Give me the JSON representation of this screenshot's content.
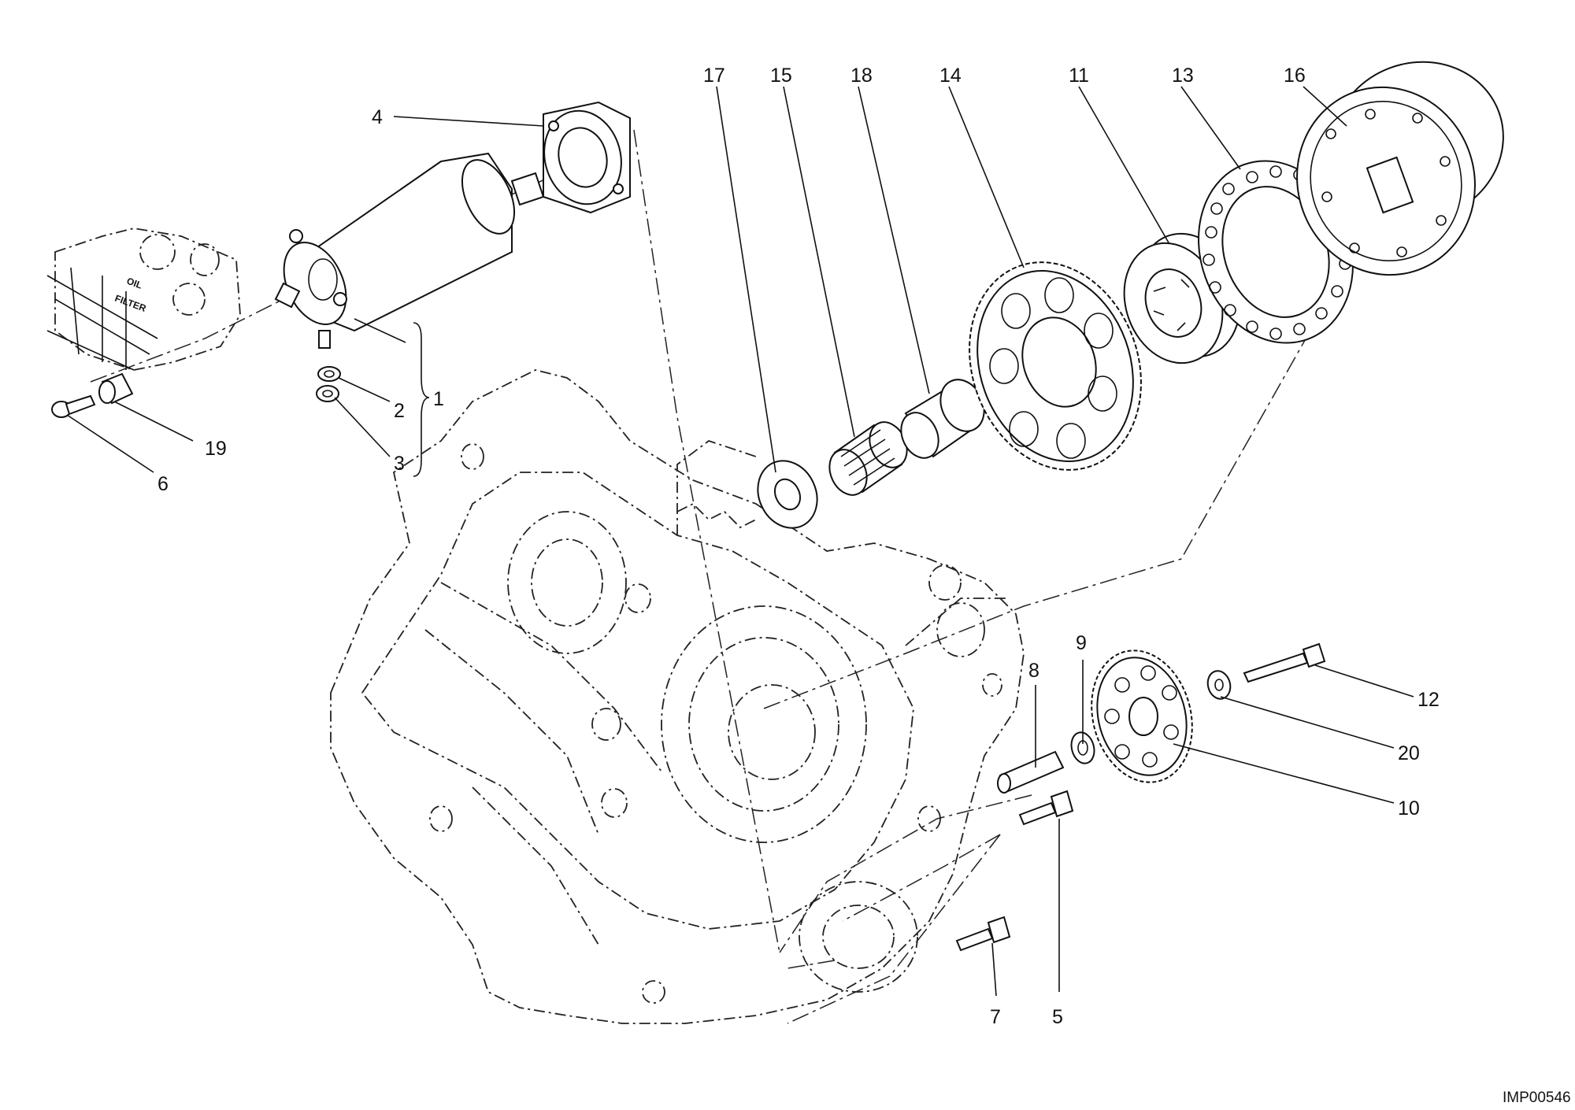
{
  "diagram": {
    "drawing_code": "IMP00546",
    "callouts": [
      {
        "id": "c1",
        "label": "1"
      },
      {
        "id": "c2",
        "label": "2"
      },
      {
        "id": "c3",
        "label": "3"
      },
      {
        "id": "c4",
        "label": "4"
      },
      {
        "id": "c5",
        "label": "5"
      },
      {
        "id": "c6",
        "label": "6"
      },
      {
        "id": "c7",
        "label": "7"
      },
      {
        "id": "c8",
        "label": "8"
      },
      {
        "id": "c9",
        "label": "9"
      },
      {
        "id": "c10",
        "label": "10"
      },
      {
        "id": "c11",
        "label": "11"
      },
      {
        "id": "c12",
        "label": "12"
      },
      {
        "id": "c13",
        "label": "13"
      },
      {
        "id": "c14",
        "label": "14"
      },
      {
        "id": "c15",
        "label": "15"
      },
      {
        "id": "c16",
        "label": "16"
      },
      {
        "id": "c17",
        "label": "17"
      },
      {
        "id": "c18",
        "label": "18"
      },
      {
        "id": "c19",
        "label": "19"
      },
      {
        "id": "c20",
        "label": "20"
      }
    ],
    "filter_text_1": "OIL",
    "filter_text_2": "FILTER"
  }
}
